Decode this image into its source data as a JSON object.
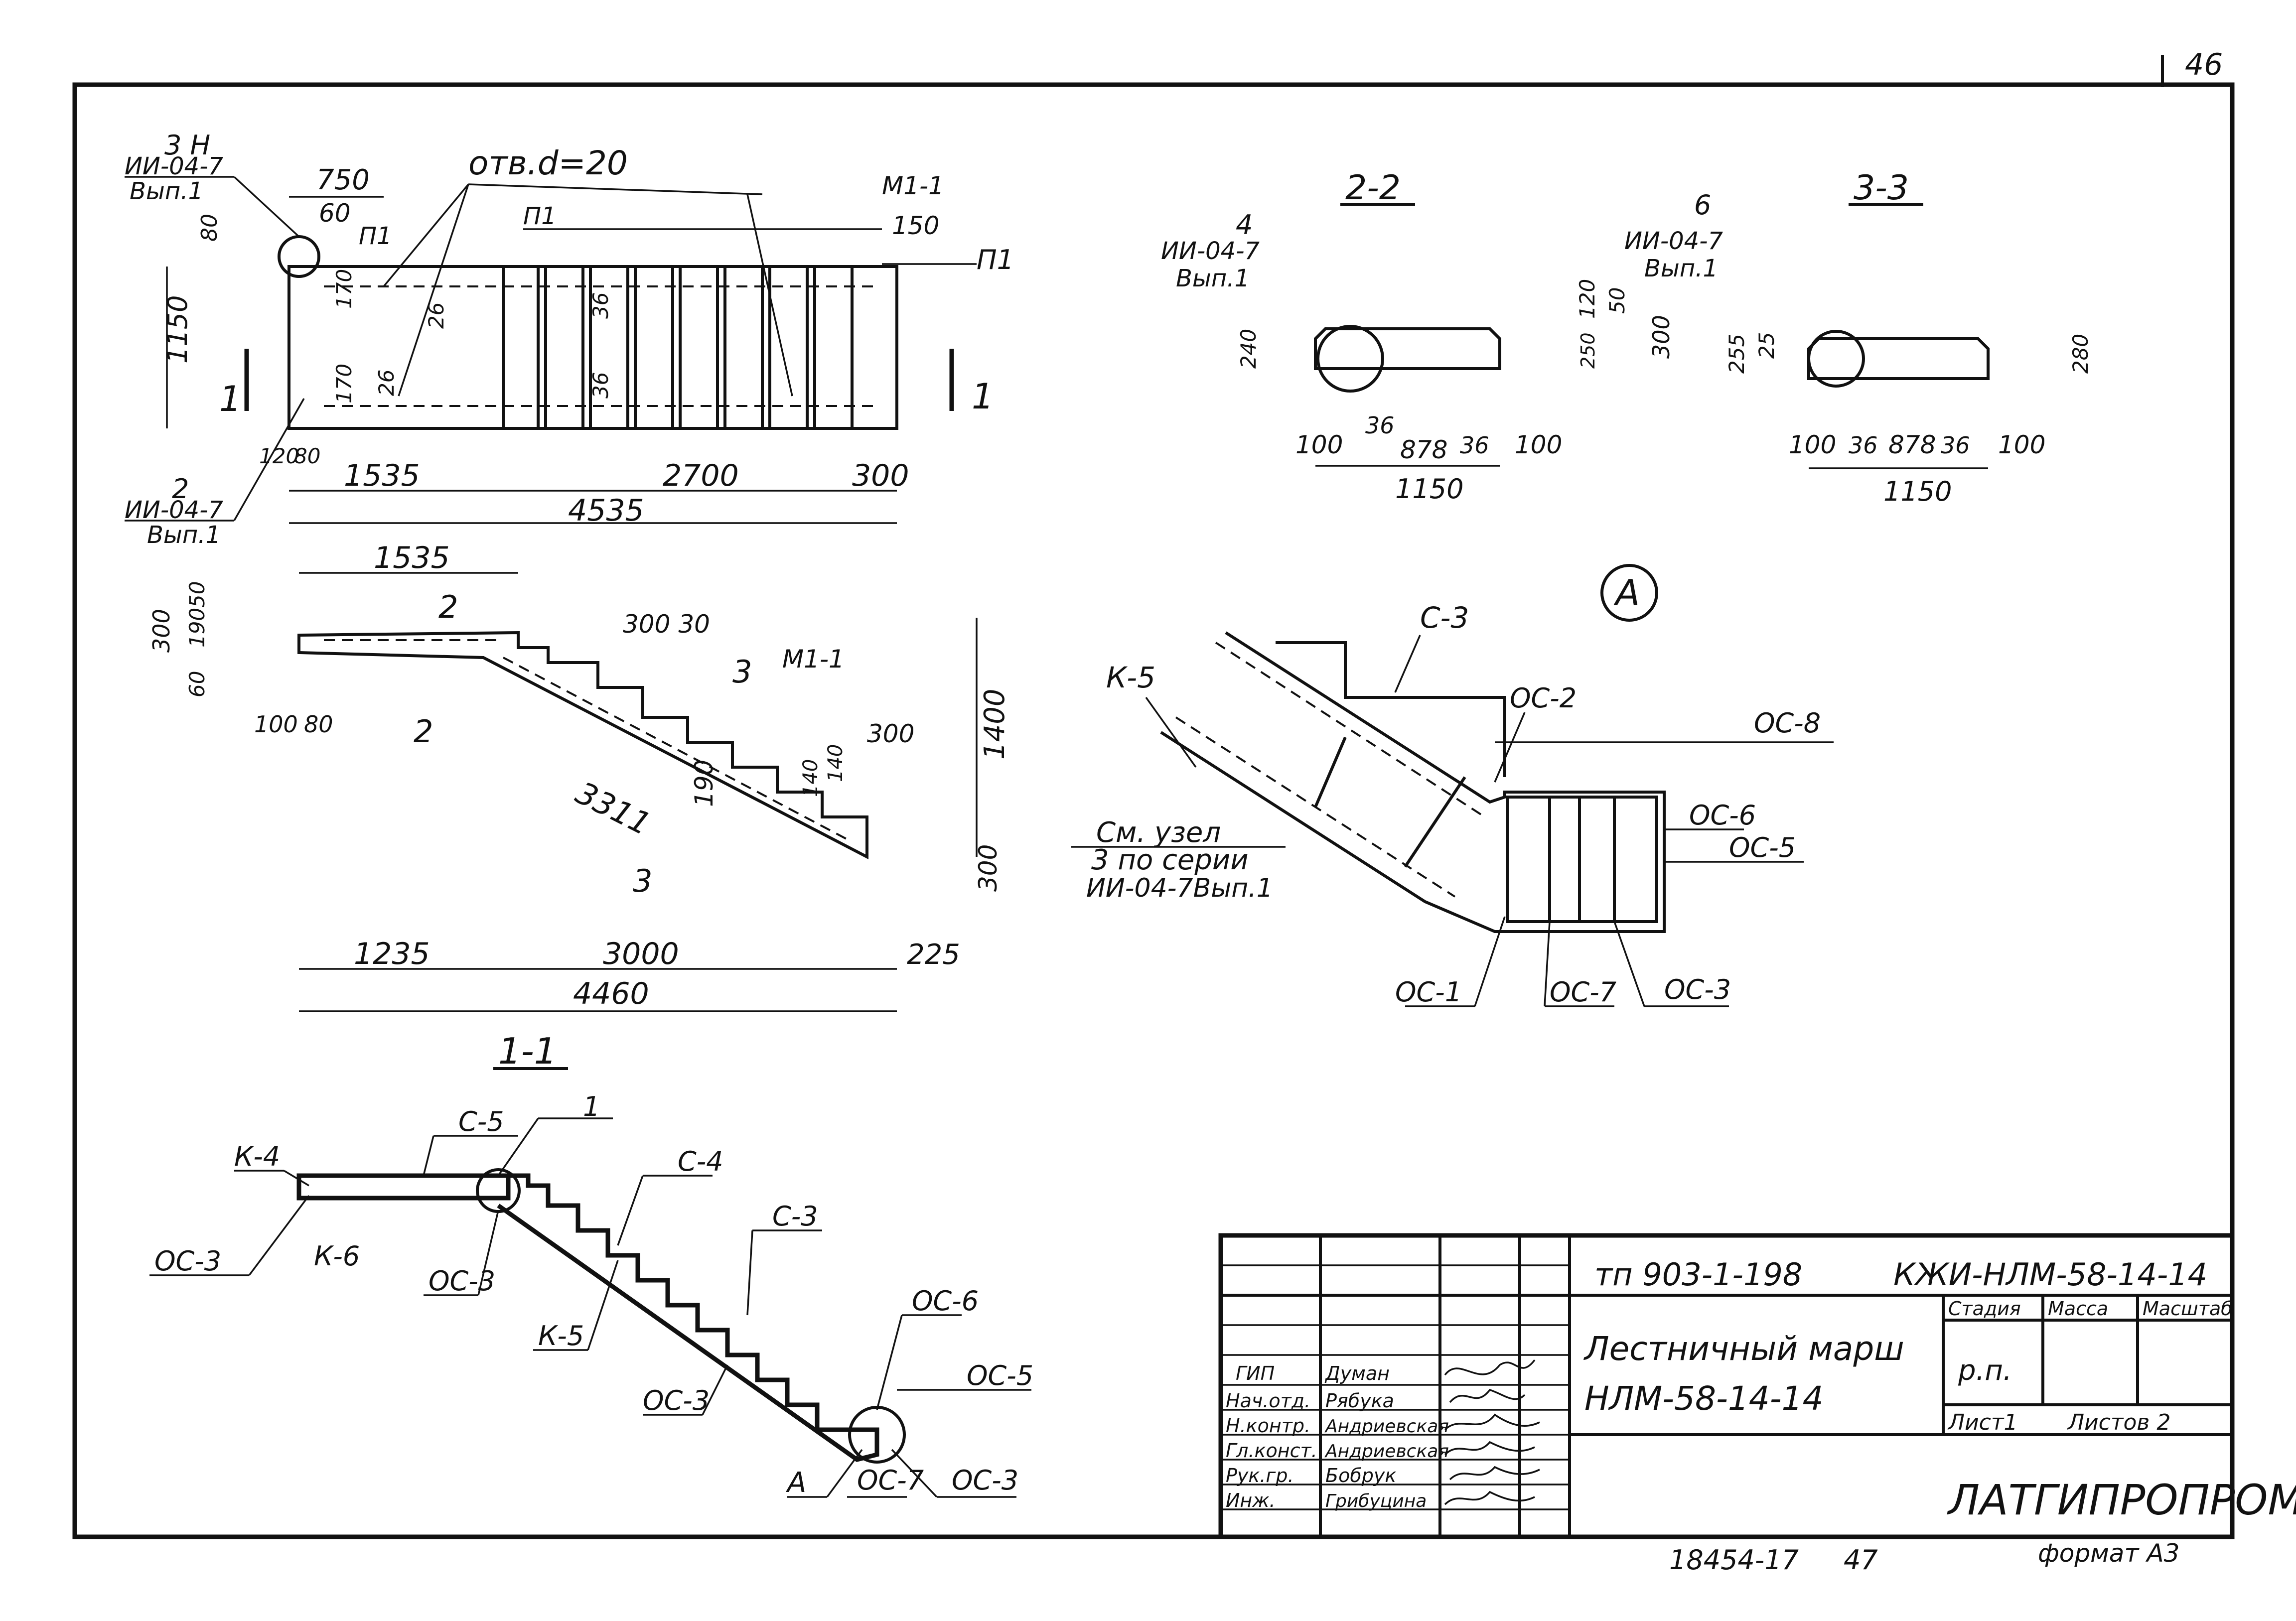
{
  "page_number": "46",
  "plan": {
    "node_3": "3 Н",
    "node_3_ref": "ИИ-04-7",
    "node_3_issue": "Вып.1",
    "hole": "отв.d=20",
    "dim_750": "750",
    "dim_60": "60",
    "dim_80": "80",
    "dim_1150": "1150",
    "dim_170a": "170",
    "dim_170b": "170",
    "dim_26a": "26",
    "dim_26b": "26",
    "dim_36a": "36",
    "dim_36b": "36",
    "label_p1a": "П1",
    "label_p1b": "П1",
    "label_p1c": "П1",
    "label_m11": "М1-1",
    "dim_150": "150",
    "dim_120": "120",
    "dim_80b": "80",
    "dim_1535": "1535",
    "dim_2700": "2700",
    "dim_300": "300",
    "dim_4535": "4535",
    "cut_1a": "1",
    "cut_1b": "1",
    "node_2": "2",
    "node_2_ref": "ИИ-04-7",
    "node_2_issue": "Вып.1"
  },
  "side": {
    "dim_1535": "1535",
    "dim_300_30": "300 30",
    "label_m11": "М1-1",
    "dim_50": "50",
    "dim_190": "190",
    "dim_300": "300",
    "dim_60": "60",
    "dim_100": "100",
    "dim_80": "80",
    "cut_2a": "2",
    "cut_2b": "2",
    "cut_3a": "3",
    "cut_3b": "3",
    "dim_140a": "140",
    "dim_140b": "140",
    "dim_190b": "190",
    "dim_300b": "300",
    "dim_1400": "1400",
    "dim_300c": "300",
    "dim_3311": "3311",
    "dim_1235": "1235",
    "dim_3000": "3000",
    "dim_225": "225",
    "dim_4460": "4460"
  },
  "sec22": {
    "title": "2-2",
    "node": "4",
    "node_ref": "ИИ-04-7",
    "node_issue": "Вып.1",
    "dim_120": "120",
    "dim_50": "50",
    "dim_240": "240",
    "dim_250": "250",
    "dim_300": "300",
    "dim_100a": "100",
    "dim_36a": "36",
    "dim_878": "878",
    "dim_36b": "36",
    "dim_100b": "100",
    "dim_1150": "1150"
  },
  "sec33": {
    "title": "3-3",
    "node": "6",
    "node_ref": "ИИ-04-7",
    "node_issue": "Вып.1",
    "dim_255": "255",
    "dim_25": "25",
    "dim_280": "280",
    "dim_100a": "100",
    "dim_36a": "36",
    "dim_878": "878",
    "dim_36b": "36",
    "dim_100b": "100",
    "dim_1150": "1150"
  },
  "detailA": {
    "mark": "А",
    "c3": "С-3",
    "k5": "К-5",
    "os2": "ОС-2",
    "os8": "ОС-8",
    "os6": "ОС-6",
    "os5": "ОС-5",
    "see1": "См. узел",
    "see2": "3 по серии",
    "see3": "ИИ-04-7Вып.1",
    "os1": "ОС-1",
    "os7": "ОС-7",
    "os3": "ОС-3"
  },
  "sec11": {
    "title": "1-1",
    "k4": "К-4",
    "c5": "С-5",
    "num1": "1",
    "c4": "С-4",
    "c3": "С-3",
    "os3a": "ОС-3",
    "k6": "К-6",
    "os3b": "ОС-3",
    "k5": "К-5",
    "os6": "ОС-6",
    "os5": "ОС-5",
    "os3c": "ОС-3",
    "a": "А",
    "os7": "ОС-7",
    "os3d": "ОС-3"
  },
  "title_block": {
    "project": "тп 903-1-198",
    "code": "КЖИ-НЛМ-58-14-14",
    "name1": "Лестничный марш",
    "name2": "НЛМ-58-14-14",
    "stage_h": "Стадия",
    "mass_h": "Масса",
    "scale_h": "Масштаб",
    "stage": "р.п.",
    "sheet": "Лист1",
    "sheets": "Листов 2",
    "company": "ЛАТГИПРОПРОМ",
    "roles": [
      "ГИП",
      "Нач.отд.",
      "Н.контр.",
      "Гл.конст.",
      "Рук.гр.",
      "Инж."
    ],
    "names": [
      "Думан",
      "Рябука",
      "Андриевская",
      "Андриевская",
      "Бобрук",
      "Грибуцина"
    ]
  },
  "footer": {
    "number": "18454-17",
    "page": "47",
    "format": "формат А3"
  }
}
